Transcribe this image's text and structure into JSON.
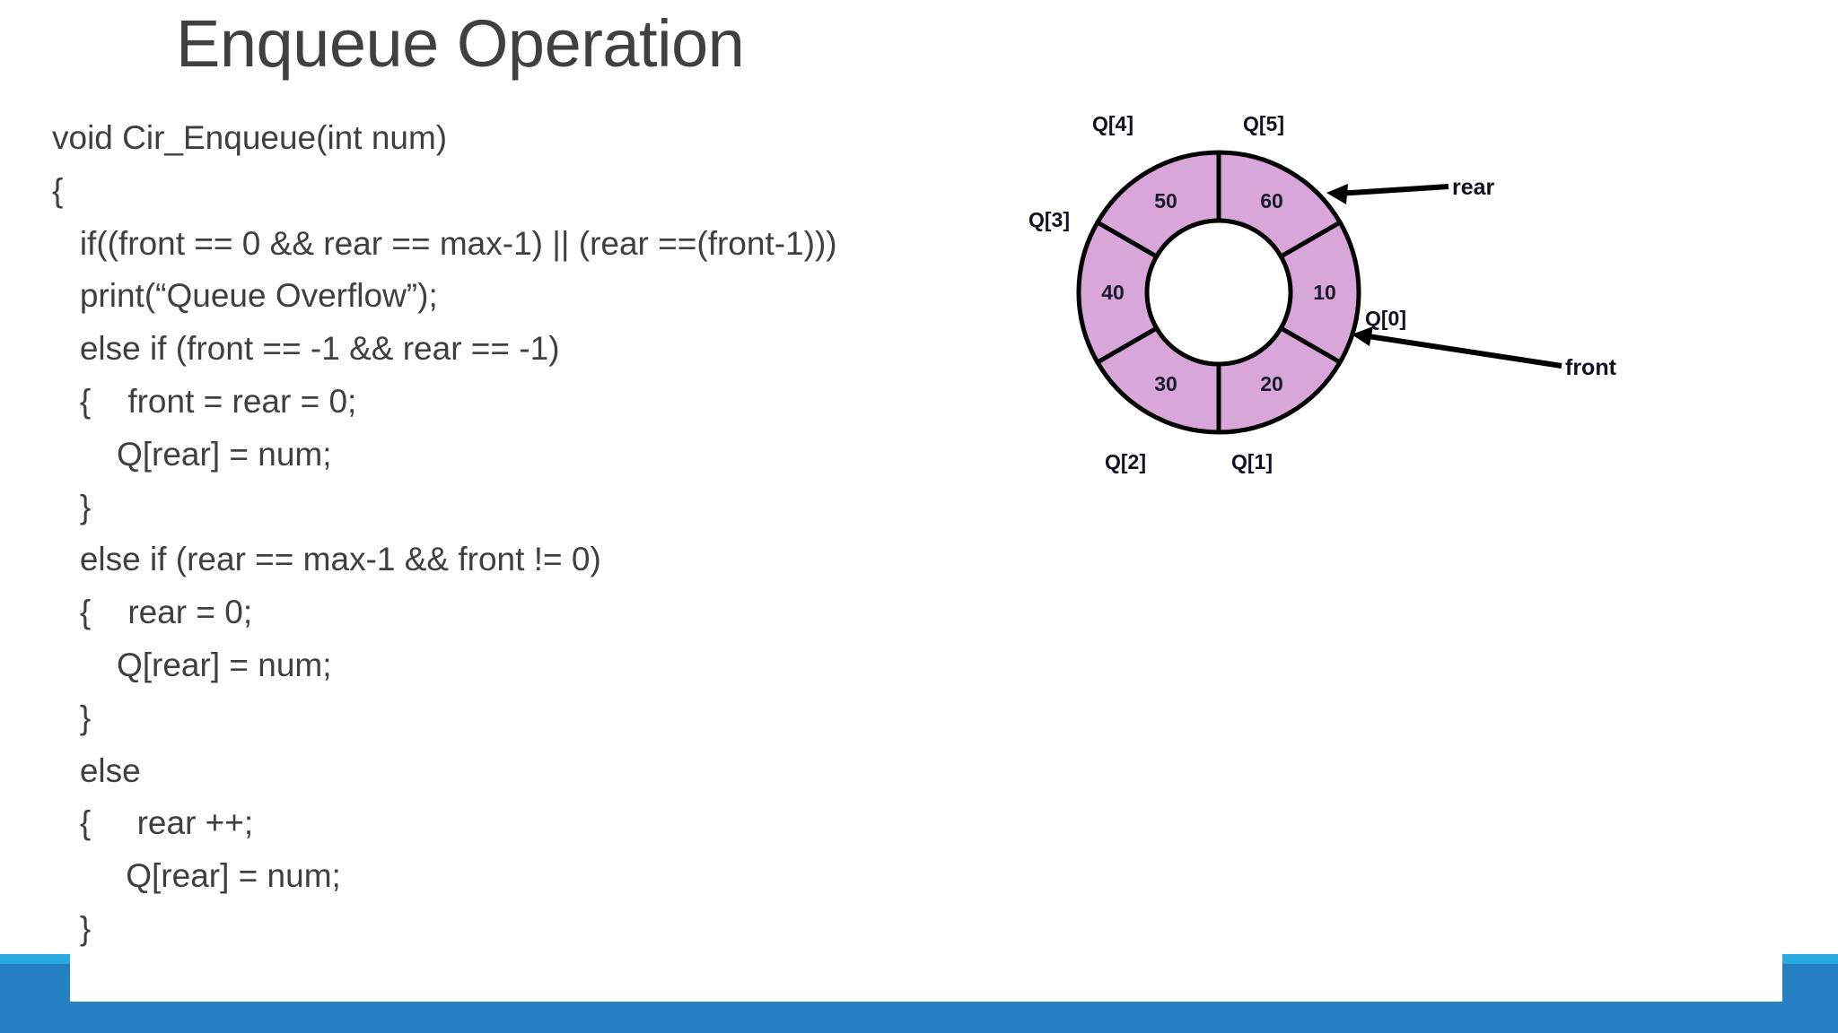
{
  "slide": {
    "title": "Enqueue Operation",
    "title_color": "#404040",
    "background_color": "#ffffff"
  },
  "code": {
    "language": "c",
    "text_color": "#3f3f3f",
    "lines": [
      "void Cir_Enqueue(int num)",
      "{",
      "   if((front == 0 && rear == max-1) || (rear ==(front-1)))",
      "   print(“Queue Overflow”);",
      "   else if (front == -1 && rear == -1)",
      "   {    front = rear = 0;",
      "       Q[rear] = num;",
      "   }",
      "   else if (rear == max-1 && front != 0)",
      "   {    rear = 0;",
      "       Q[rear] = num;",
      "   }",
      "   else",
      "   {     rear ++;",
      "        Q[rear] = num;",
      "   }",
      "}"
    ]
  },
  "diagram": {
    "type": "circular-queue-donut",
    "fill_color": "#d9a6d9",
    "stroke_color": "#000000",
    "slots": [
      {
        "label": "Q[0]",
        "value": "10"
      },
      {
        "label": "Q[1]",
        "value": "20"
      },
      {
        "label": "Q[2]",
        "value": "30"
      },
      {
        "label": "Q[3]",
        "value": "40"
      },
      {
        "label": "Q[4]",
        "value": "50"
      },
      {
        "label": "Q[5]",
        "value": "60"
      }
    ],
    "pointers": [
      {
        "name": "rear",
        "label": "rear",
        "points_to": "Q[5]"
      },
      {
        "name": "front",
        "label": "front",
        "points_to": "Q[0]"
      }
    ]
  },
  "footer": {
    "bar_color": "#2580c3",
    "accent_color": "#29abe2"
  }
}
